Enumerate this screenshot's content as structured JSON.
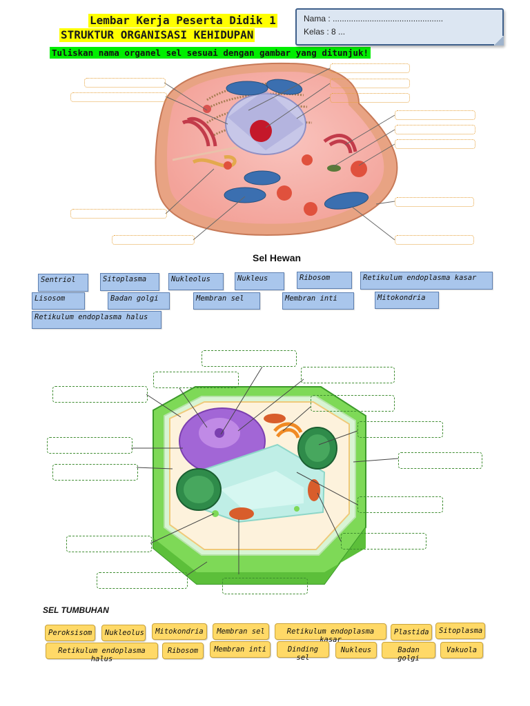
{
  "header": {
    "title_line1": "Lembar Kerja Peserta Didik 1",
    "title_line2": "STRUKTUR ORGANISASI KEHIDUPAN",
    "instruction": "Tuliskan nama organel sel sesuai dengan gambar yang ditunjuk!"
  },
  "student_box": {
    "name_line": "Nama : ................................................",
    "class_line": "Kelas : 8 ..."
  },
  "animal_section": {
    "caption": "Sel Hewan",
    "labels": [
      "Sentriol",
      "Sitoplasma",
      "Nukleolus",
      "Nukleus",
      "Ribosom",
      "Retikulum endoplasma kasar",
      "Lisosom",
      "Badan golgi",
      "Membran sel",
      "Membran inti",
      "Mitokondria",
      "Retikulum endoplasma halus"
    ]
  },
  "plant_section": {
    "caption": "SEL TUMBUHAN",
    "labels": [
      "Peroksisom",
      "Nukleolus",
      "Mitokondria",
      "Membran sel",
      "Retikulum endoplasma kasar",
      "Plastida",
      "Sitoplasma",
      "Retikulum endoplasma halus",
      "Ribosom",
      "Membran inti",
      "Dinding sel",
      "Nukleus",
      "Badan golgi",
      "Vakuola"
    ]
  },
  "colors": {
    "title_highlight": "#ffff00",
    "instruction_highlight": "#00ee00",
    "animal_label_fill": "#a9c6ec",
    "plant_label_fill": "#ffd967"
  }
}
